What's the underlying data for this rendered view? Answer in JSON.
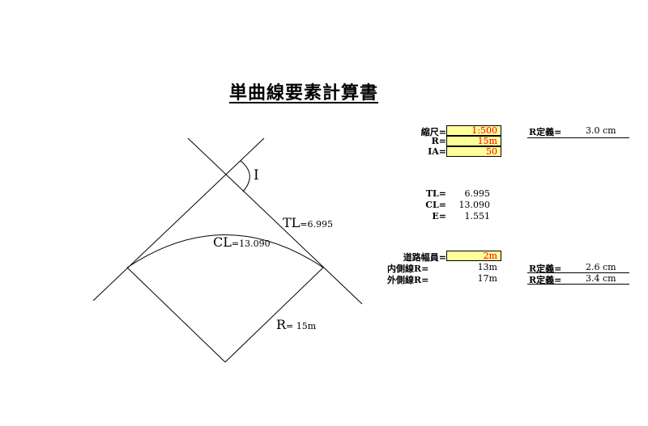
{
  "title": "単曲線要素計算書",
  "inputs": {
    "scale_label": "縮尺=",
    "scale_value": "1:500",
    "r_label": "R=",
    "r_value": "15m",
    "ia_label": "IA=",
    "ia_value": "50"
  },
  "r_def_main": {
    "label": "R定義=",
    "value": "3.0 cm"
  },
  "results": {
    "tl_label": "TL=",
    "tl_value": "6.995",
    "cl_label": "CL=",
    "cl_value": "13.090",
    "e_label": "E=",
    "e_value": "1.551"
  },
  "road": {
    "width_label": "道路幅員=",
    "width_value": "2m",
    "inner_label": "内側線R=",
    "inner_value": "13m",
    "outer_label": "外側線R=",
    "outer_value": "17m",
    "inner_rdef_label": "R定義=",
    "inner_rdef_value": "2.6 cm",
    "outer_rdef_label": "R定義=",
    "outer_rdef_value": "3.4 cm"
  },
  "diagram": {
    "angle_label": "I",
    "tl_main": "TL",
    "tl_sub": "=6.995",
    "cl_main": "CL",
    "cl_sub": "=13.090",
    "r_main": "R",
    "r_sub": "= 15m"
  }
}
